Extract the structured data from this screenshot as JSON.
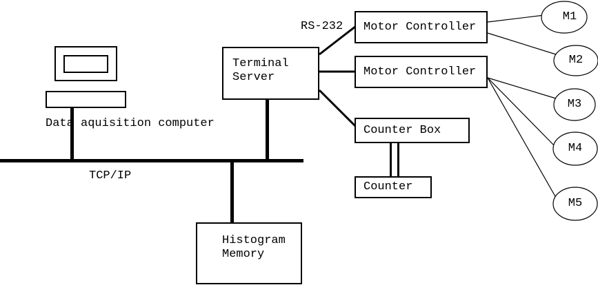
{
  "colors": {
    "ink": "#000000",
    "background": "#ffffff"
  },
  "nodes": {
    "terminal_server": "Terminal\nServer",
    "motor_controller_top": "Motor Controller",
    "motor_controller_bottom": "Motor Controller",
    "counter_box": "Counter Box",
    "counter": "Counter",
    "histogram_memory": "Histogram\nMemory",
    "motors": [
      "M1",
      "M2",
      "M3",
      "M4",
      "M5"
    ]
  },
  "labels": {
    "computer_caption": "Data aquisition computer",
    "network_bus": "TCP/IP",
    "serial_link": "RS-232"
  }
}
